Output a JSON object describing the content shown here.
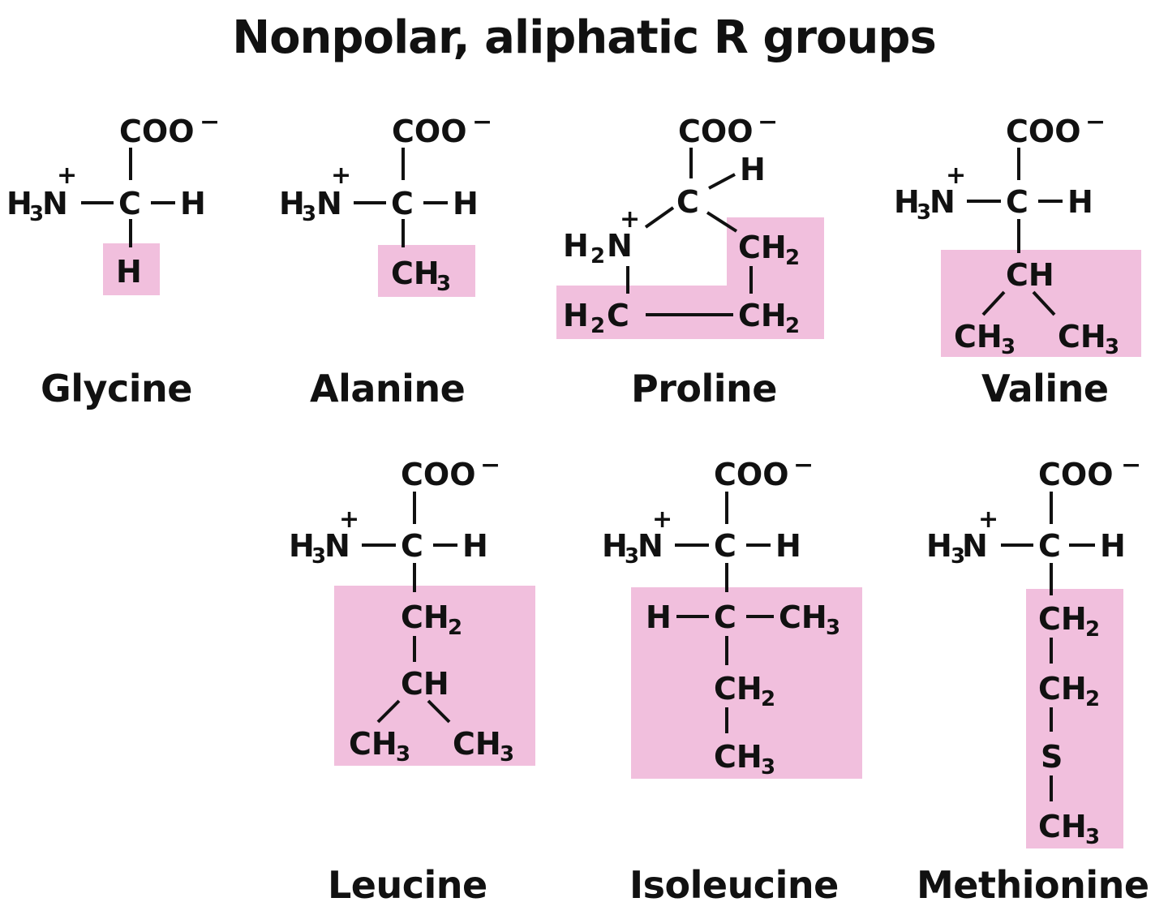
{
  "title": "Nonpolar, aliphatic R groups",
  "highlight_color": "#f1bfdd",
  "amino_acids": [
    {
      "name": "Glycine",
      "r_group": "H"
    },
    {
      "name": "Alanine",
      "r_group": "CH3"
    },
    {
      "name": "Proline",
      "r_group": "CH2-CH2-CH2 (cyclic with N)"
    },
    {
      "name": "Valine",
      "r_group": "CH(CH3)2"
    },
    {
      "name": "Leucine",
      "r_group": "CH2-CH(CH3)2"
    },
    {
      "name": "Isoleucine",
      "r_group": "CH(CH3)-CH2-CH3"
    },
    {
      "name": "Methionine",
      "r_group": "CH2-CH2-S-CH3"
    }
  ],
  "common_backbone": {
    "carboxylate": "COO",
    "carboxylate_charge": "−",
    "amino": "H3N",
    "amino_charge": "+",
    "alpha_carbon": "C",
    "alpha_h": "H"
  }
}
